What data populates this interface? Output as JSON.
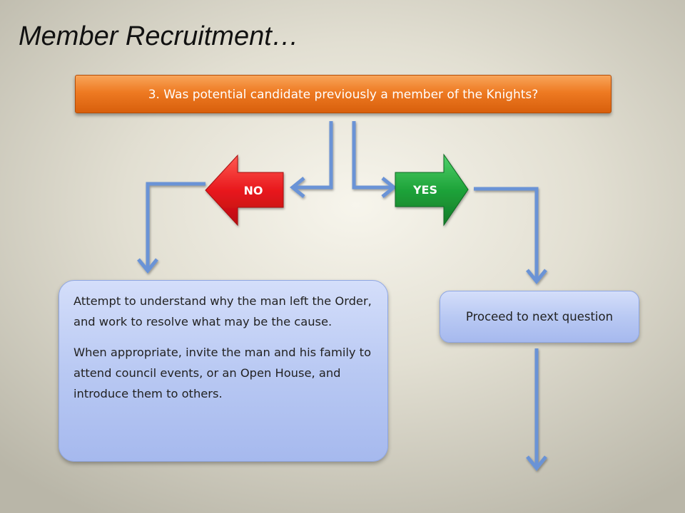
{
  "slide": {
    "title": "Member Recruitment…",
    "question": "3. Was potential candidate previously a member of the Knights?",
    "no_label": "NO",
    "yes_label": "YES",
    "no_box": {
      "paragraph1": "Attempt to understand why the man left the Order, and work to resolve what may be the cause.",
      "paragraph2": "When appropriate, invite the man and his family to attend council events, or an Open House, and introduce them to others."
    },
    "yes_box": "Proceed to next question"
  },
  "colors": {
    "question_fill": "#ee7a22",
    "no_arrow": "#e8191d",
    "yes_arrow": "#1fa33a",
    "connector": "#6a93d6",
    "box_fill": "#b9c9f3"
  }
}
